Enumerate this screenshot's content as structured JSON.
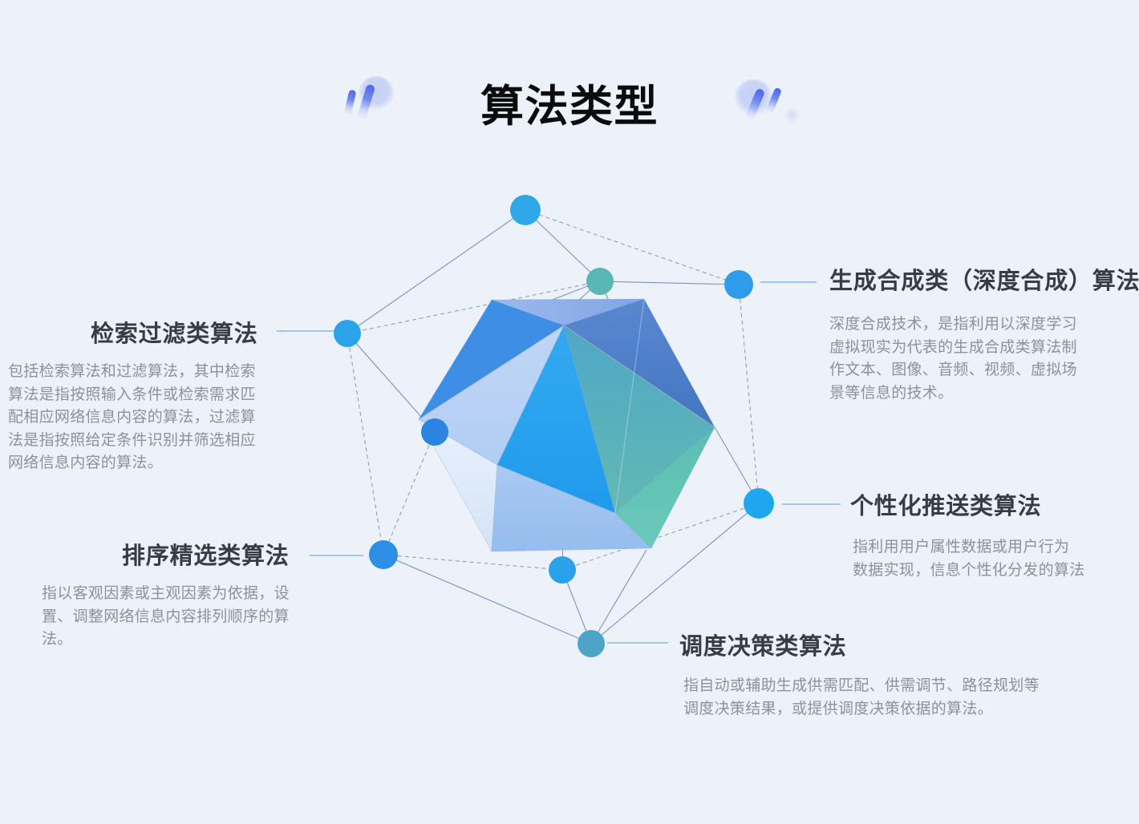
{
  "title": "算法类型",
  "sections": {
    "retrieval": {
      "heading": "检索过滤类算法",
      "body": "包括检索算法和过滤算法，其中检索\n算法是指按照输入条件或检索需求匹\n配相应网络信息内容的算法，过滤算\n法是指按照给定条件识别并筛选相应\n网络信息内容的算法。"
    },
    "generation": {
      "heading": "生成合成类（深度合成）算法",
      "body": "深度合成技术，是指利用以深度学习\n虚拟现实为代表的生成合成类算法制\n作文本、图像、音频、视频、虚拟场\n景等信息的技术。"
    },
    "personal": {
      "heading": "个性化推送类算法",
      "body": "指利用用户属性数据或用户行为\n数据实现，信息个性化分发的算法"
    },
    "rank": {
      "heading": "排序精选类算法",
      "body": "指以客观因素或主观因素为依据，设\n置、调整网络信息内容排列顺序的算\n法。"
    },
    "schedule": {
      "heading": "调度决策类算法",
      "body": "指自动或辅助生成供需匹配、供需调节、路径规划等\n调度决策结果，或提供调度决策依据的算法。"
    }
  },
  "colors": {
    "background": "#edf2f8",
    "heading_text": "#383c43",
    "body_text": "#8b929c",
    "title_text": "#0b0c0e",
    "line": "#7b92c8",
    "connector": "#a3c4f2",
    "node_blue": "#2aa3ea",
    "node_teal": "#59b7b4",
    "node_teal_dark": "#4da4c6",
    "accent_quote": "#4c68e8"
  },
  "nodes": [
    {
      "name": "node-top",
      "color": "#2fa7e9"
    },
    {
      "name": "node-top-teal",
      "color": "#59b7b4"
    },
    {
      "name": "node-generation",
      "color": "#2e9ce8"
    },
    {
      "name": "node-retrieval",
      "color": "#2aa3ea"
    },
    {
      "name": "node-inner-left",
      "color": "#2c84e2"
    },
    {
      "name": "node-rank",
      "color": "#2d8fe6"
    },
    {
      "name": "node-bottom-center",
      "color": "#2aa1e8"
    },
    {
      "name": "node-schedule",
      "color": "#4da4c6"
    },
    {
      "name": "node-personal",
      "color": "#1fa7ee"
    }
  ]
}
